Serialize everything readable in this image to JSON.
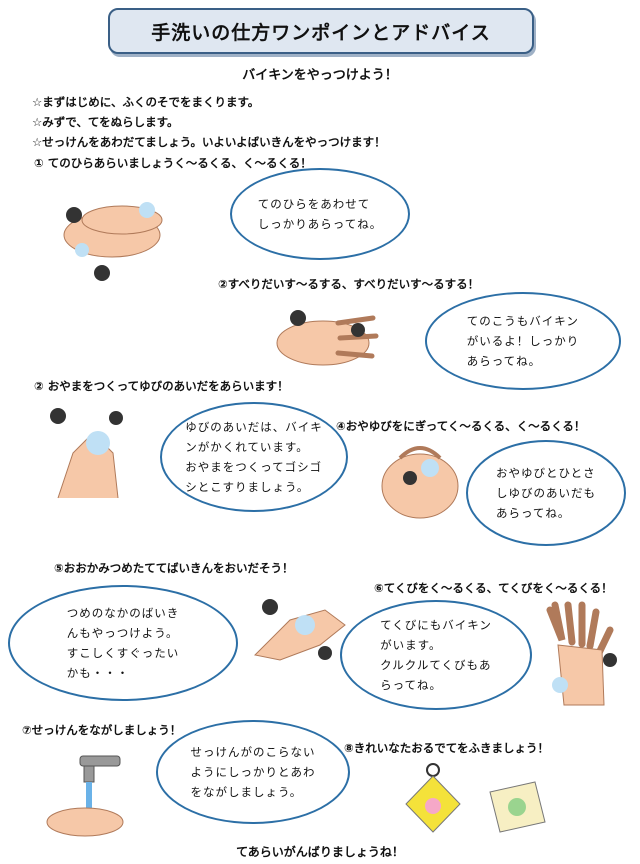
{
  "title": "手洗いの仕方ワンポインとアドバイス",
  "subtitle": "バイキンをやっつけよう！",
  "intro": [
    "☆まずはじめに、ふくのそでをまくります。",
    "☆みずで、てをぬらします。",
    "☆せっけんをあわだてましょう。いよいよばいきんをやっつけます！"
  ],
  "steps": [
    {
      "heading": "①  てのひらあらいましょうく～るくる、く～るくる！",
      "bubble": "てのひらをあわせて\nしっかりあらってね。"
    },
    {
      "heading": "②すべりだいす～るする、すべりだいす～るする！",
      "bubble": "てのこうもバイキン\nがいるよ！しっかり\nあらってね。"
    },
    {
      "heading": "②  おやまをつくってゆびのあいだをあらいます！",
      "bubble": "ゆびのあいだは、バイキ\nンがかくれています。\nおやまをつくってゴシゴ\nシとこすりましょう。"
    },
    {
      "heading": "④おやゆびをにぎってく～るくる、く～るくる！",
      "bubble": "おやゆびとひとさ\nしゆびのあいだも\nあらってね。"
    },
    {
      "heading": "⑤おおかみつめたててばいきんをおいだそう！",
      "bubble": "つめのなかのばいき\nんもやっつけよう。\nすこしくすぐったい\nかも・・・"
    },
    {
      "heading": "⑥てくびをく～るくる、てくびをく～るくる！",
      "bubble": "てくびにもバイキン\nがいます。\nクルクルてくびもあ\nらってね。"
    },
    {
      "heading": "⑦せっけんをながしましょう！",
      "bubble": "せっけんがのこらない\nようにしっかりとあわ\nをながしましょう。"
    },
    {
      "heading": "⑧きれいなたおるでてをふきましょう！"
    }
  ],
  "footer": "てあらいがんばりましょうね！",
  "colors": {
    "bubble_border": "#2c6fa6",
    "title_bg": "#dfe7f1",
    "skin": "#f6c8a8",
    "soap": "#bfe0f5",
    "towel_yellow": "#f4e23a"
  },
  "icons": [
    "hands-washing-illustration",
    "faucet-icon",
    "towel-icon"
  ]
}
